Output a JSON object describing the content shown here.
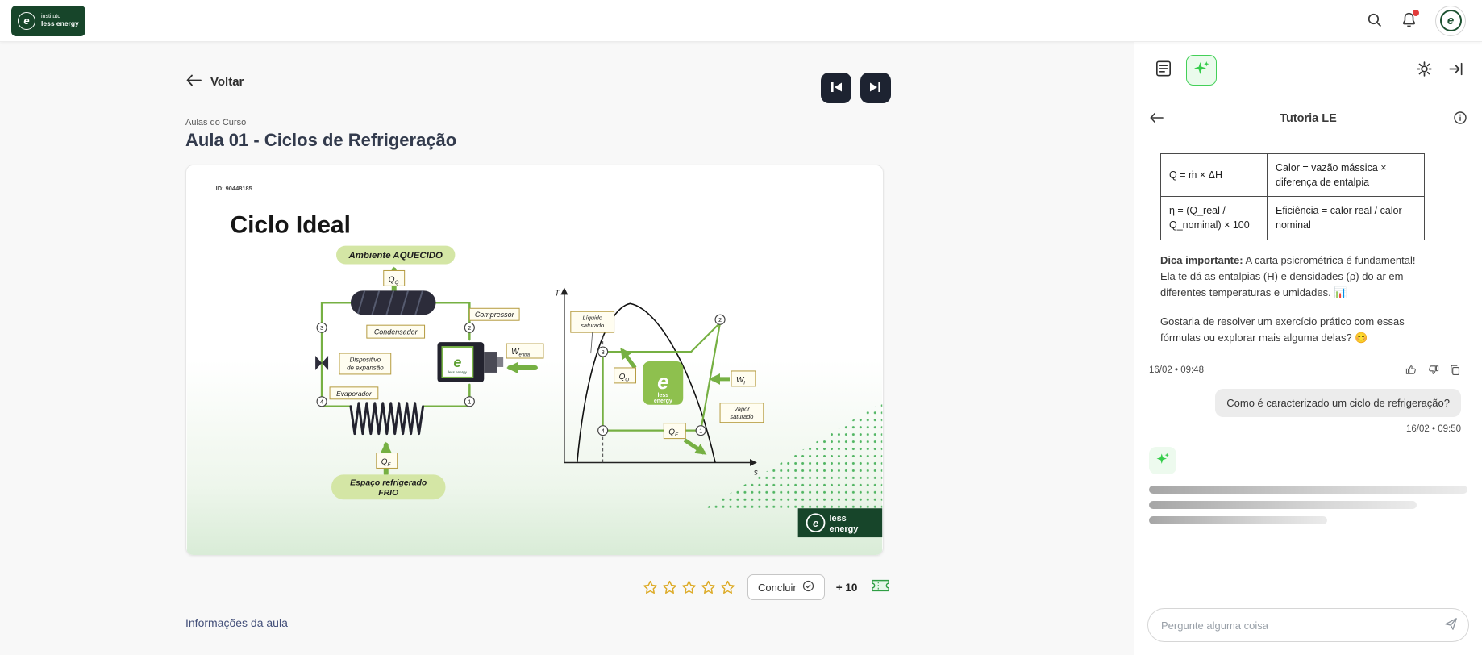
{
  "colors": {
    "accent_green": "#3ecb52",
    "brand_dark_green": "#17452a",
    "diagram_green": "#76b043",
    "title_navy": "#333b4d",
    "link_blue": "#44507a",
    "star_gold": "#ddab28",
    "notification_red": "#e23b3b"
  },
  "topbar": {
    "brand_e": "e",
    "brand_line1": "instituto",
    "brand_line2": "less energy",
    "avatar_letter": "e"
  },
  "lesson": {
    "back_label": "Voltar",
    "breadcrumb": "Aulas do Curso",
    "title": "Aula 01 - Ciclos de Refrigeração",
    "conclude_label": "Concluir",
    "points_label": "+ 10",
    "info_link": "Informações da aula"
  },
  "slide": {
    "id_label": "ID: 90448185",
    "title": "Ciclo Ideal",
    "hot_label": "Ambiente AQUECIDO",
    "cold_label_1": "Espaço refrigerado",
    "cold_label_2": "FRIO",
    "condenser_label": "Condensador",
    "compressor_label": "Compressor",
    "expansion_label_1": "Dispositivo",
    "expansion_label_2": "de expansão",
    "evaporator_label": "Evaporador",
    "q_hot_base": "Q",
    "q_hot_sub": "Q",
    "q_cold_base": "Q",
    "q_cold_sub": "F",
    "w_in_base": "W",
    "w_in_sub": "entra",
    "w_ts_base": "W",
    "w_ts_sub": "l",
    "ts_t": "T",
    "ts_s": "s",
    "liquid_1": "Líquido",
    "liquid_2": "saturado",
    "vapor_1": "Vapor",
    "vapor_2": "saturado",
    "pt1": "1",
    "pt2": "2",
    "pt3": "3",
    "pt4": "4",
    "logo_e": "e",
    "badge_line1": "less",
    "badge_line2": "energy"
  },
  "tutor": {
    "title": "Tutoria LE",
    "table_rows": [
      {
        "formula": "Q = ṁ × ΔH",
        "meaning": "Calor = vazão mássica × diferença de entalpia"
      },
      {
        "formula": "η = (Q_real / Q_nominal) × 100",
        "meaning": "Eficiência = calor real / calor nominal"
      }
    ],
    "tip_bold": "Dica importante:",
    "tip_rest": " A carta psicrométrica é fundamental! Ela te dá as entalpias (H) e densidades (ρ) do ar em diferentes temperaturas e umidades. 📊",
    "question": "Gostaria de resolver um exercício prático com essas fórmulas ou explorar mais alguma delas? 😊",
    "bot_time": "16/02 • 09:48",
    "user_message": "Como é caracterizado um ciclo de refrigeração?",
    "user_time": "16/02 • 09:50",
    "input_placeholder": "Pergunte alguma coisa"
  }
}
